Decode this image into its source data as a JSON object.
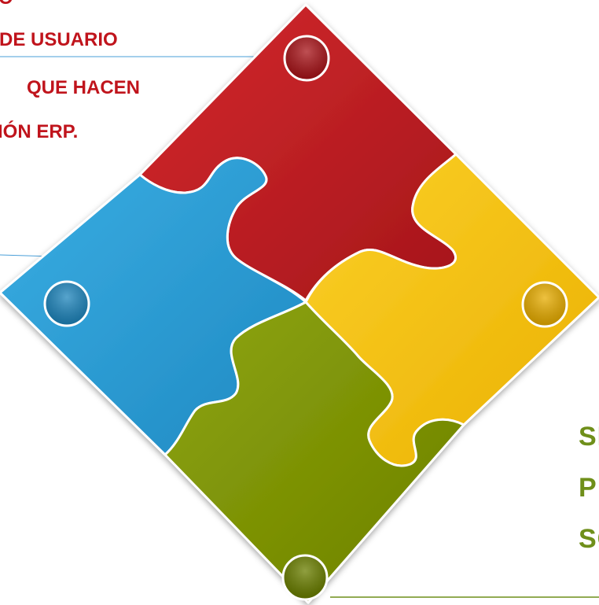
{
  "colors": {
    "red": "#b81b20",
    "blue": "#2a9bd4",
    "yellow": "#f4c210",
    "green": "#7f9400",
    "red_text": "#c0141c",
    "green_text": "#6f8f1a",
    "line_blue": "#4a9fd8"
  },
  "top_left_text": {
    "line0": "O",
    "line1": "DE USUARIO",
    "line2": "QUE HACEN",
    "line3": "IÓN ERP."
  },
  "bottom_right_text": {
    "line1": "SI",
    "line2": "P",
    "line3": "SC"
  },
  "pieces": [
    {
      "name": "red-puzzle-piece",
      "color": "#b81b20"
    },
    {
      "name": "blue-puzzle-piece",
      "color": "#2a9bd4"
    },
    {
      "name": "yellow-puzzle-piece",
      "color": "#f4c210"
    },
    {
      "name": "green-puzzle-piece",
      "color": "#7f9400"
    }
  ]
}
